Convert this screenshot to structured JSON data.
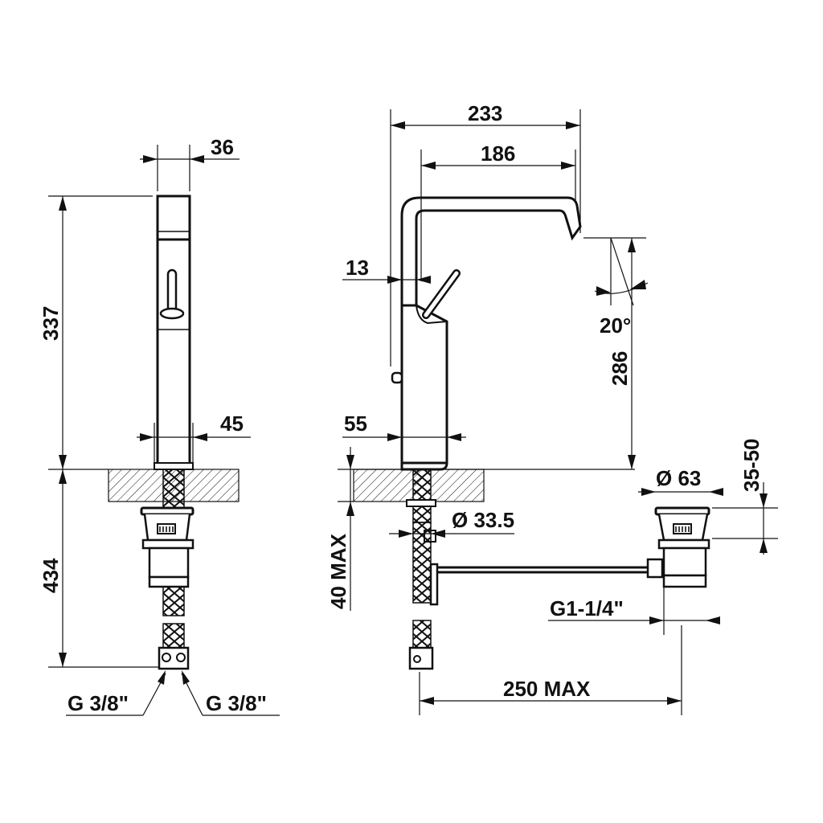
{
  "drawing": {
    "dimensions": {
      "front_width": "36",
      "front_height": "337",
      "front_base": "45",
      "below_deck": "434",
      "supply_left": "G 3/8\"",
      "supply_right": "G 3/8\"",
      "side_reach": "233",
      "spout_reach": "186",
      "lever_offset": "13",
      "spout_angle": "20°",
      "spout_height": "286",
      "side_base": "55",
      "deck_max": "40 MAX",
      "hole_dia": "Ø 33.5",
      "waste_dia": "Ø 63",
      "waste_height": "35-50",
      "waste_thread": "G1-1/4\"",
      "rod_length": "250 MAX"
    }
  }
}
